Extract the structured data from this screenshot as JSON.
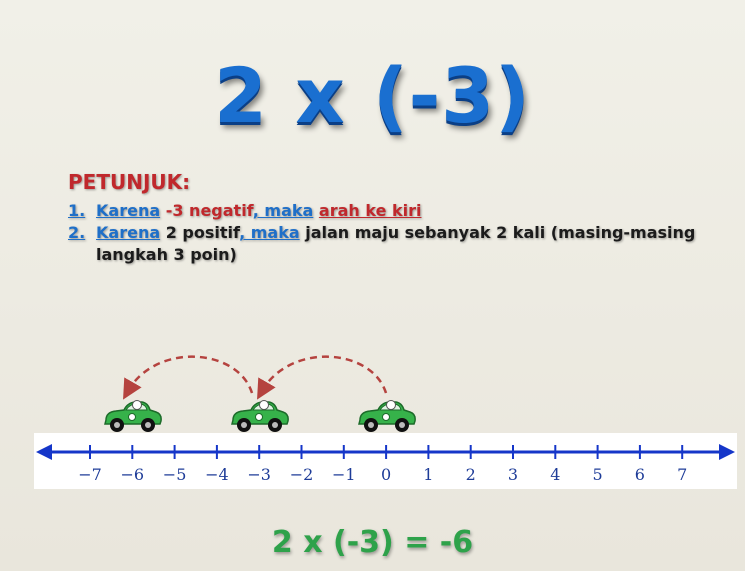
{
  "slide": {
    "title": "2 x (-3)",
    "hint": {
      "title": "PETUNJUK:",
      "items": [
        {
          "num": "1.",
          "parts": [
            "Karena",
            " ",
            "-3",
            " negatif",
            ", maka",
            " ",
            "arah ke kiri"
          ]
        },
        {
          "num": "2.",
          "parts": [
            "Karena",
            " 2 positif",
            ", maka",
            " jalan maju sebanyak 2 kali (masing-masing langkah 3 poin)"
          ]
        }
      ]
    },
    "number_line": {
      "ticks": [
        "−7",
        "−6",
        "−5",
        "−4",
        "−3",
        "−2",
        "−1",
        "0",
        "1",
        "2",
        "3",
        "4",
        "5",
        "6",
        "7"
      ]
    },
    "car_positions": [
      -6,
      -3,
      0
    ],
    "result": "2 x (-3) = -6",
    "colors": {
      "title_blue": "#1a6fd0",
      "hint_red": "#c0282c",
      "line_blue": "#1536c9",
      "car_green": "#36b24a",
      "arc_red": "#b5433f",
      "result_green": "#2ea24a"
    }
  }
}
